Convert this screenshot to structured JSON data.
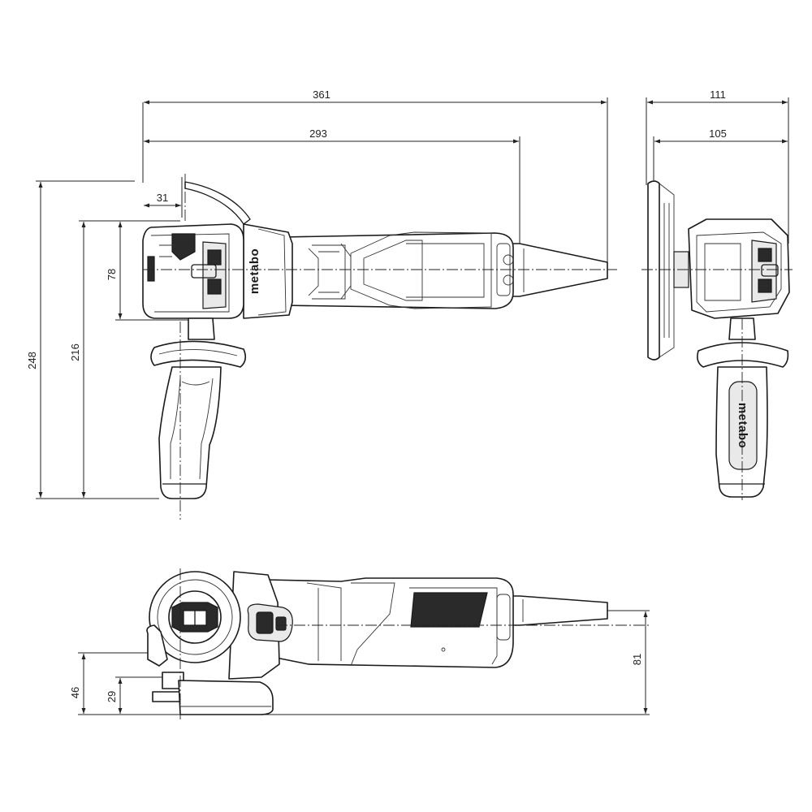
{
  "dimensions": {
    "total_length": "361",
    "body_length": "293",
    "head_offset": "31",
    "head_width": "111",
    "guard_width": "105",
    "total_height": "248",
    "handle_height": "216",
    "head_height": "78",
    "side_height": "81",
    "guard_height": "46",
    "flange_height": "29"
  },
  "branding": {
    "logo_top_view": "metabo",
    "logo_handle": "metabo"
  },
  "colors": {
    "line": "#1a1a1a",
    "background": "#ffffff"
  }
}
